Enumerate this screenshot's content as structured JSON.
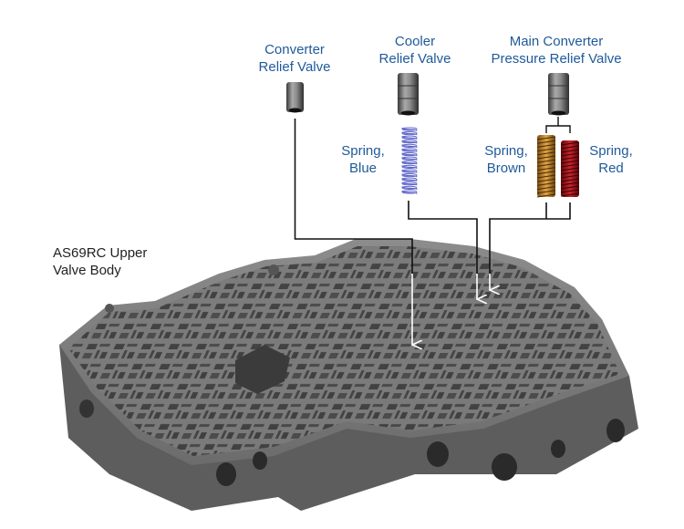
{
  "title": {
    "line1": "AS69RC Upper",
    "line2": "Valve Body"
  },
  "parts": {
    "converter_relief_valve": {
      "line1": "Converter",
      "line2": "Relief Valve"
    },
    "cooler_relief_valve": {
      "line1": "Cooler",
      "line2": "Relief Valve"
    },
    "main_converter_pressure_relief_valve": {
      "line1": "Main Converter",
      "line2": "Pressure Relief Valve"
    },
    "spring_blue": {
      "line1": "Spring,",
      "line2": "Blue",
      "color": "#5a62c8"
    },
    "spring_brown": {
      "line1": "Spring,",
      "line2": "Brown",
      "color": "#c98a2a"
    },
    "spring_red": {
      "line1": "Spring,",
      "line2": "Red",
      "color": "#a8141a"
    }
  },
  "colors": {
    "label_blue": "#1f5a9a",
    "valve_body_gray": "#6e6e6e",
    "leader_line": "#111111"
  }
}
